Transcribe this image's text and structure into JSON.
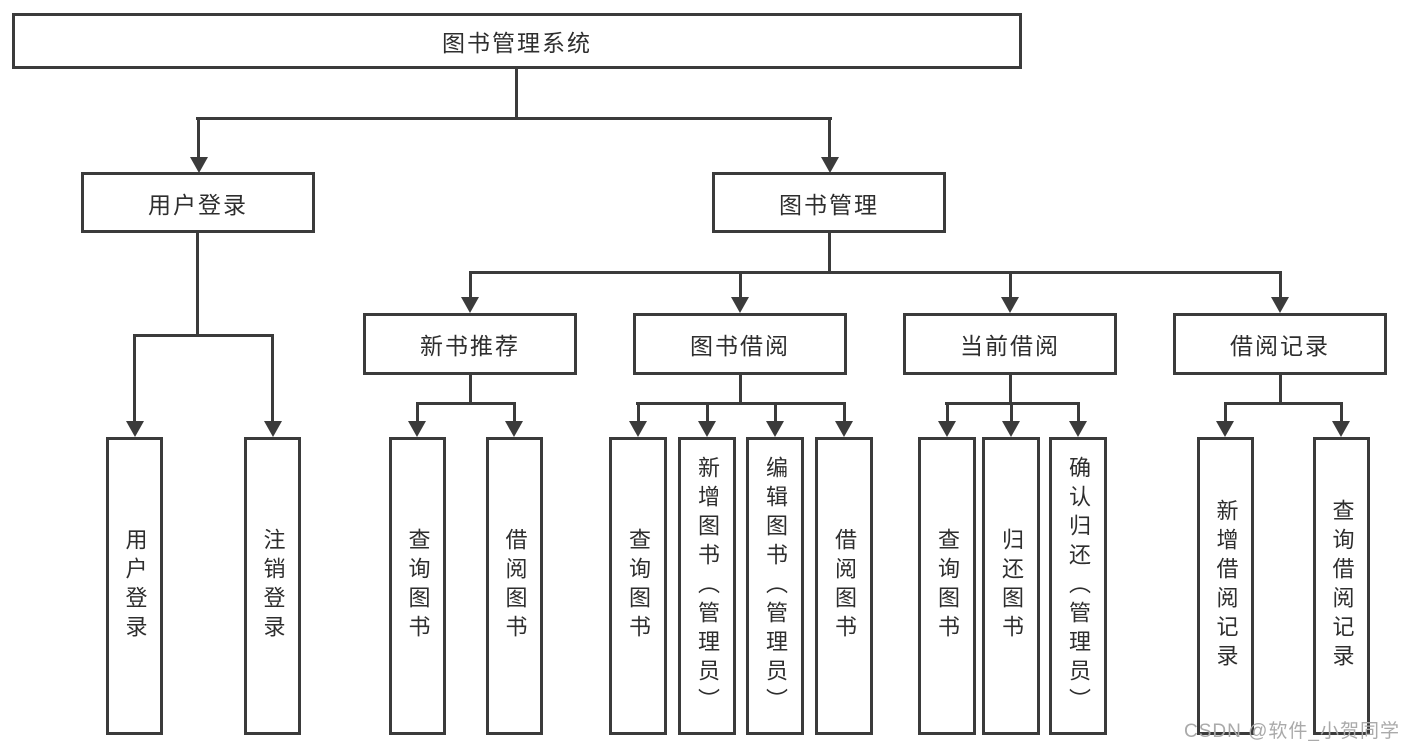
{
  "diagram": {
    "title": "图书管理系统",
    "branches": {
      "user_login": {
        "label": "用户登录",
        "children": [
          "用户登录",
          "注销登录"
        ]
      },
      "book_mgmt": {
        "label": "图书管理",
        "sections": [
          {
            "label": "新书推荐",
            "children": [
              "查询图书",
              "借阅图书"
            ]
          },
          {
            "label": "图书借阅",
            "children": [
              "查询图书",
              "新增图书（管理员）",
              "编辑图书（管理员）",
              "借阅图书"
            ]
          },
          {
            "label": "当前借阅",
            "children": [
              "查询图书",
              "归还图书",
              "确认归还（管理员）"
            ]
          },
          {
            "label": "借阅记录",
            "children": [
              "新增借阅记录",
              "查询借阅记录"
            ]
          }
        ]
      }
    },
    "watermark": "CSDN @软件_小贺同学",
    "colors": {
      "line": "#3b3b3b",
      "text": "#2e2e2e",
      "watermark": "#aaaaaa"
    }
  }
}
